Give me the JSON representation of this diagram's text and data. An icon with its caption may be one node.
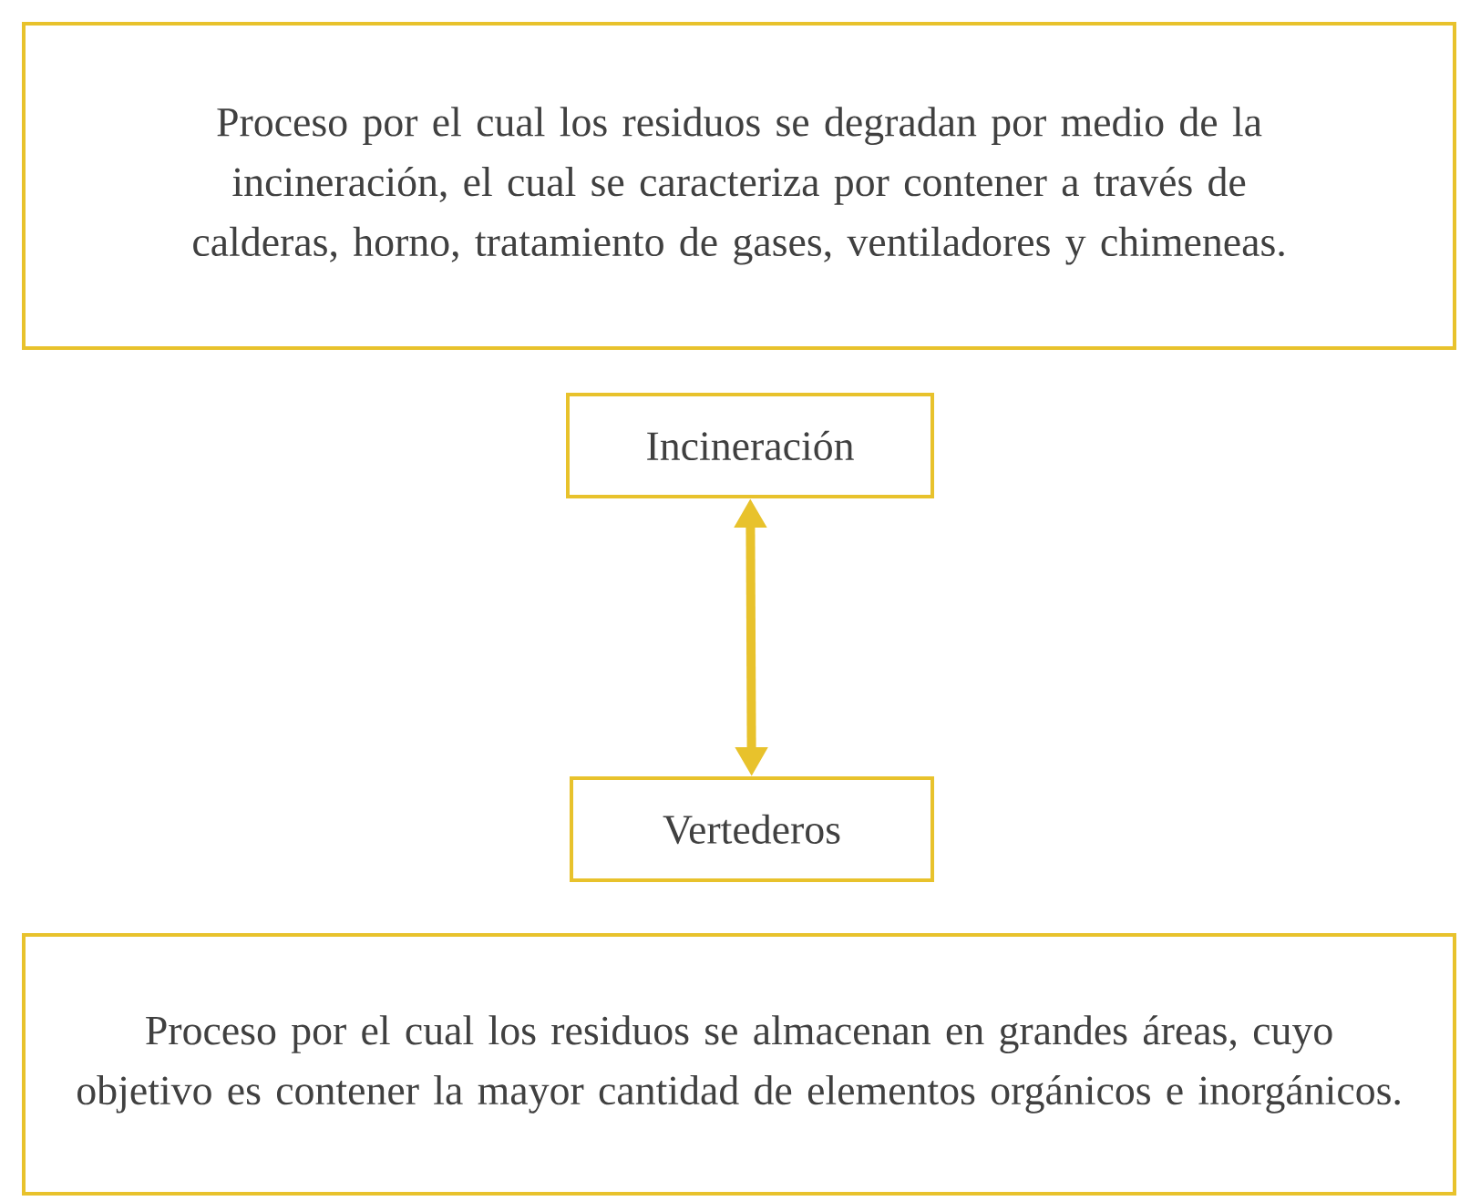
{
  "diagram": {
    "nodes": [
      {
        "text": [
          "Proceso por el cual los residuos se degradan por medio de la incineración, el cual se caracteriza por contener a través de calderas, horno, tratamiento de gases, ventiladores y chimeneas."
        ]
      },
      {
        "text": [
          "Incineración"
        ]
      },
      {
        "text": [
          "Vertederos"
        ]
      },
      {
        "text": [
          "Proceso por el cual los residuos se almacenan en grandes áreas, cuyo objetivo es contener la mayor cantidad de elementos orgánicos e inorgánicos."
        ]
      }
    ],
    "edges": [
      {
        "from": 1,
        "to": 2,
        "arrow": "both"
      }
    ]
  }
}
